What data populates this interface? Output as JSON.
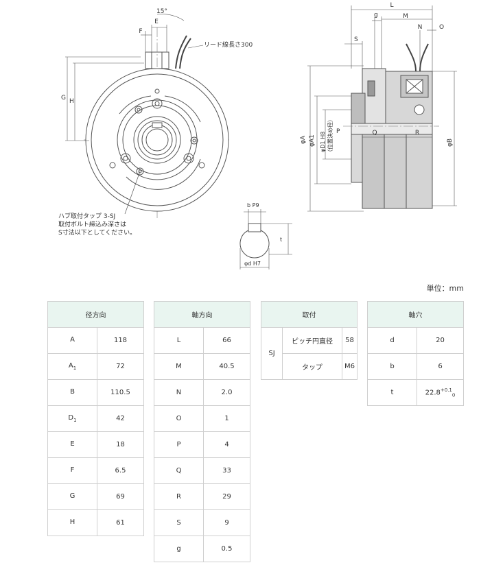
{
  "drawing": {
    "labels": {
      "angle": "15°",
      "E": "E",
      "F": "F",
      "G": "G",
      "H": "H",
      "lead": "リード線長さ300",
      "hub_note_1": "ハブ取付タップ 3-SJ",
      "hub_note_2": "取付ボルト締込み深さは",
      "hub_note_3": "S寸法以下としてください。",
      "L": "L",
      "g": "g",
      "M": "M",
      "N": "N",
      "O": "O",
      "S": "S",
      "Q": "Q",
      "R": "R",
      "P": "P",
      "phiA": "φA",
      "phiA1": "φA1",
      "phiD1": "φD1 H8",
      "positioning": "（位置決め径）",
      "phiB": "φB",
      "bP9": "b P9",
      "t": "t",
      "phid": "φd H7"
    }
  },
  "unit_label": "単位：mm",
  "tables": {
    "radial": {
      "header": "径方向",
      "rows": [
        {
          "key": "A",
          "sub": "",
          "value": "118"
        },
        {
          "key": "A",
          "sub": "1",
          "value": "72"
        },
        {
          "key": "B",
          "sub": "",
          "value": "110.5"
        },
        {
          "key": "D",
          "sub": "1",
          "value": "42"
        },
        {
          "key": "E",
          "sub": "",
          "value": "18"
        },
        {
          "key": "F",
          "sub": "",
          "value": "6.5"
        },
        {
          "key": "G",
          "sub": "",
          "value": "69"
        },
        {
          "key": "H",
          "sub": "",
          "value": "61"
        }
      ]
    },
    "axial": {
      "header": "軸方向",
      "rows": [
        {
          "key": "L",
          "value": "66"
        },
        {
          "key": "M",
          "value": "40.5"
        },
        {
          "key": "N",
          "value": "2.0"
        },
        {
          "key": "O",
          "value": "1"
        },
        {
          "key": "P",
          "value": "4"
        },
        {
          "key": "Q",
          "value": "33"
        },
        {
          "key": "R",
          "value": "29"
        },
        {
          "key": "S",
          "value": "9"
        },
        {
          "key": "g",
          "value": "0.5"
        }
      ]
    },
    "mount": {
      "header": "取付",
      "group": "SJ",
      "rows": [
        {
          "key": "ピッチ円直径",
          "value": "58"
        },
        {
          "key": "タップ",
          "value": "M6"
        }
      ]
    },
    "bore": {
      "header": "軸穴",
      "rows": [
        {
          "key": "d",
          "value": "20"
        },
        {
          "key": "b",
          "value": "6"
        },
        {
          "key": "t",
          "value": "22.8",
          "sup": "+0.1",
          "sub": "0"
        }
      ]
    }
  }
}
